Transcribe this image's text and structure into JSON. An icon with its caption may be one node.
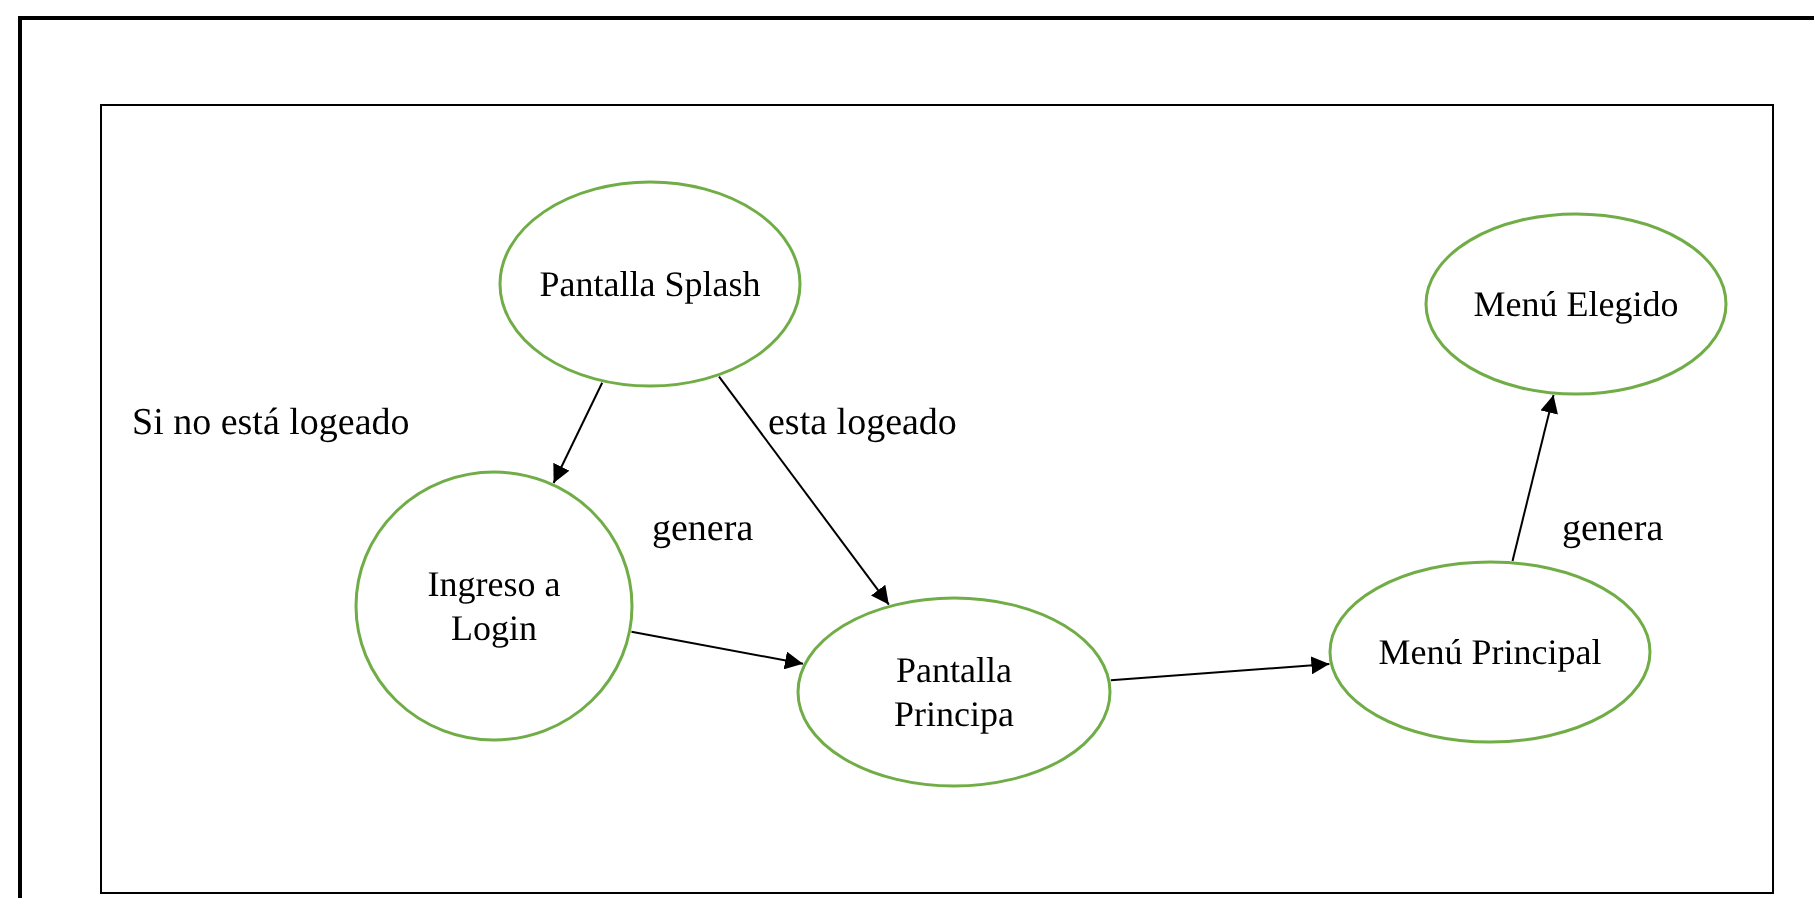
{
  "diagram": {
    "nodes": [
      {
        "text": [
          "Pantalla Splash"
        ]
      },
      {
        "text": [
          "Ingreso a Login"
        ]
      },
      {
        "text": [
          "Pantalla Principa"
        ]
      },
      {
        "text": [
          "Menú Principal"
        ]
      },
      {
        "text": [
          "Menú Elegido"
        ]
      }
    ],
    "edges": [
      {
        "from": 0,
        "to": 1,
        "arrow": "to"
      },
      {
        "from": 0,
        "to": 2,
        "arrow": "to"
      },
      {
        "from": 1,
        "to": 2,
        "arrow": "to"
      },
      {
        "from": 2,
        "to": 3,
        "arrow": "to"
      },
      {
        "from": 3,
        "to": 4,
        "arrow": "to"
      }
    ],
    "labels": [
      "Si no está logeado",
      "esta logeado",
      "genera",
      "genera"
    ]
  }
}
